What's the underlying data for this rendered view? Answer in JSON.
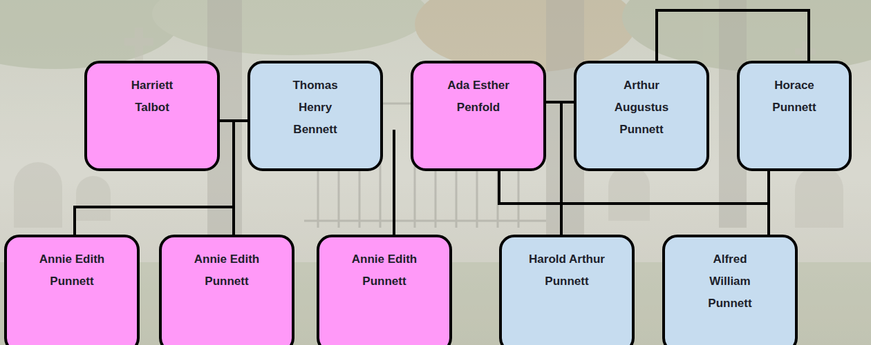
{
  "diagram": {
    "nodes": [
      {
        "text": [
          "Harriett Talbot"
        ]
      },
      {
        "text": [
          "Thomas Henry Bennett"
        ]
      },
      {
        "text": [
          "Ada Esther Penfold"
        ]
      },
      {
        "text": [
          "Arthur Augustus Punnett"
        ]
      },
      {
        "text": [
          "Horace Punnett"
        ]
      },
      {
        "text": [
          "Annie Edith Punnett"
        ]
      },
      {
        "text": [
          "Annie Edith Punnett"
        ]
      },
      {
        "text": [
          "Annie Edith Punnett"
        ]
      },
      {
        "text": [
          "Harold Arthur Punnett"
        ]
      },
      {
        "text": [
          "Alfred William Punnett"
        ]
      }
    ],
    "edges": [
      {
        "from": 0,
        "to": 1,
        "arrow": "none"
      },
      {
        "from": 0,
        "to": 5,
        "arrow": "none"
      },
      {
        "from": 1,
        "to": 5,
        "arrow": "none"
      },
      {
        "from": 0,
        "to": 6,
        "arrow": "none"
      },
      {
        "from": 1,
        "to": 6,
        "arrow": "none"
      },
      {
        "from": 2,
        "to": 3,
        "arrow": "none"
      },
      {
        "from": 2,
        "to": 8,
        "arrow": "none"
      },
      {
        "from": 3,
        "to": 8,
        "arrow": "none"
      },
      {
        "from": 3,
        "to": 4,
        "arrow": "none"
      },
      {
        "from": 2,
        "to": 9,
        "arrow": "none"
      },
      {
        "from": 4,
        "to": 9,
        "arrow": "none"
      }
    ]
  }
}
